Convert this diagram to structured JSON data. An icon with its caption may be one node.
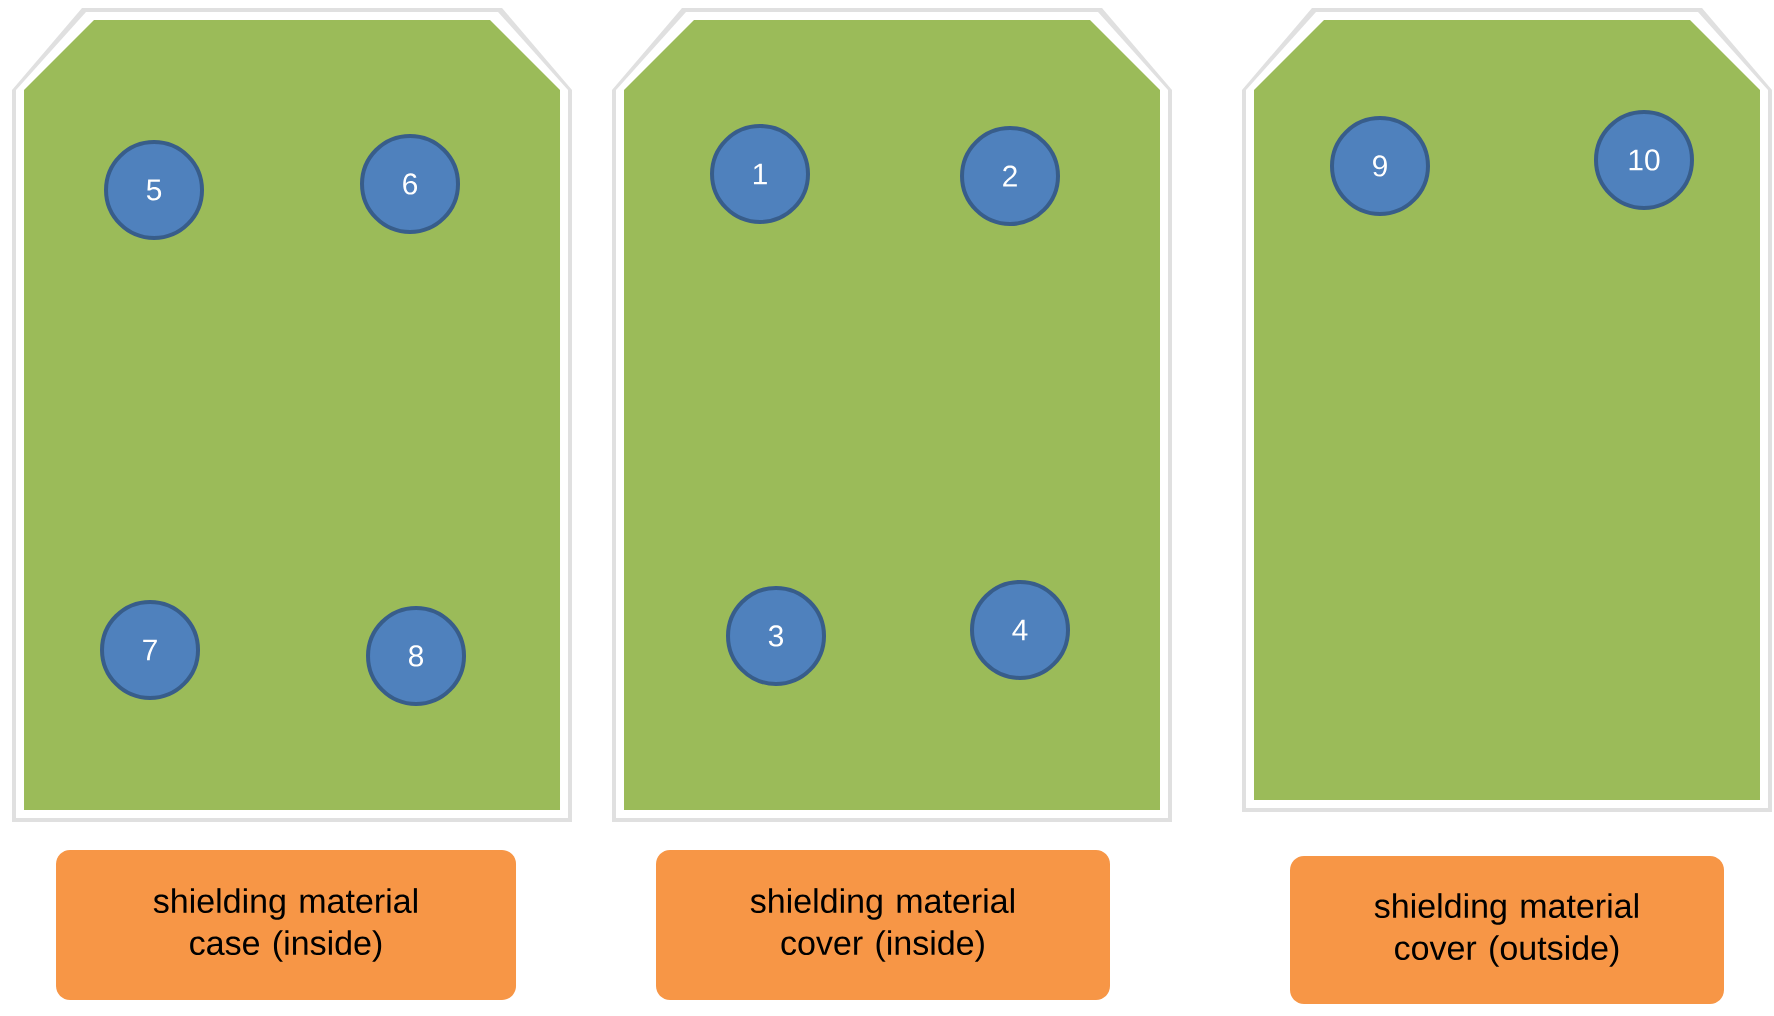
{
  "diagram": {
    "nodes": [
      {
        "text": [],
        "shape": "box"
      },
      {
        "text": [
          "5"
        ],
        "in": 0
      },
      {
        "text": [
          "6"
        ],
        "in": 0
      },
      {
        "text": [
          "7"
        ],
        "in": 0
      },
      {
        "text": [
          "8"
        ],
        "in": 0
      },
      {
        "text": [],
        "shape": "box"
      },
      {
        "text": [
          "1"
        ],
        "in": 5
      },
      {
        "text": [
          "2"
        ],
        "in": 5
      },
      {
        "text": [
          "3"
        ],
        "in": 5
      },
      {
        "text": [
          "4"
        ],
        "in": 5
      },
      {
        "text": [],
        "shape": "box"
      },
      {
        "text": [
          "9"
        ],
        "in": 10
      },
      {
        "text": [
          "10"
        ],
        "in": 10
      },
      {
        "text": [
          "shielding material case (inside)"
        ]
      },
      {
        "text": [
          "shielding material cover (inside)"
        ]
      },
      {
        "text": [
          "shielding material cover (outside)"
        ]
      }
    ]
  }
}
